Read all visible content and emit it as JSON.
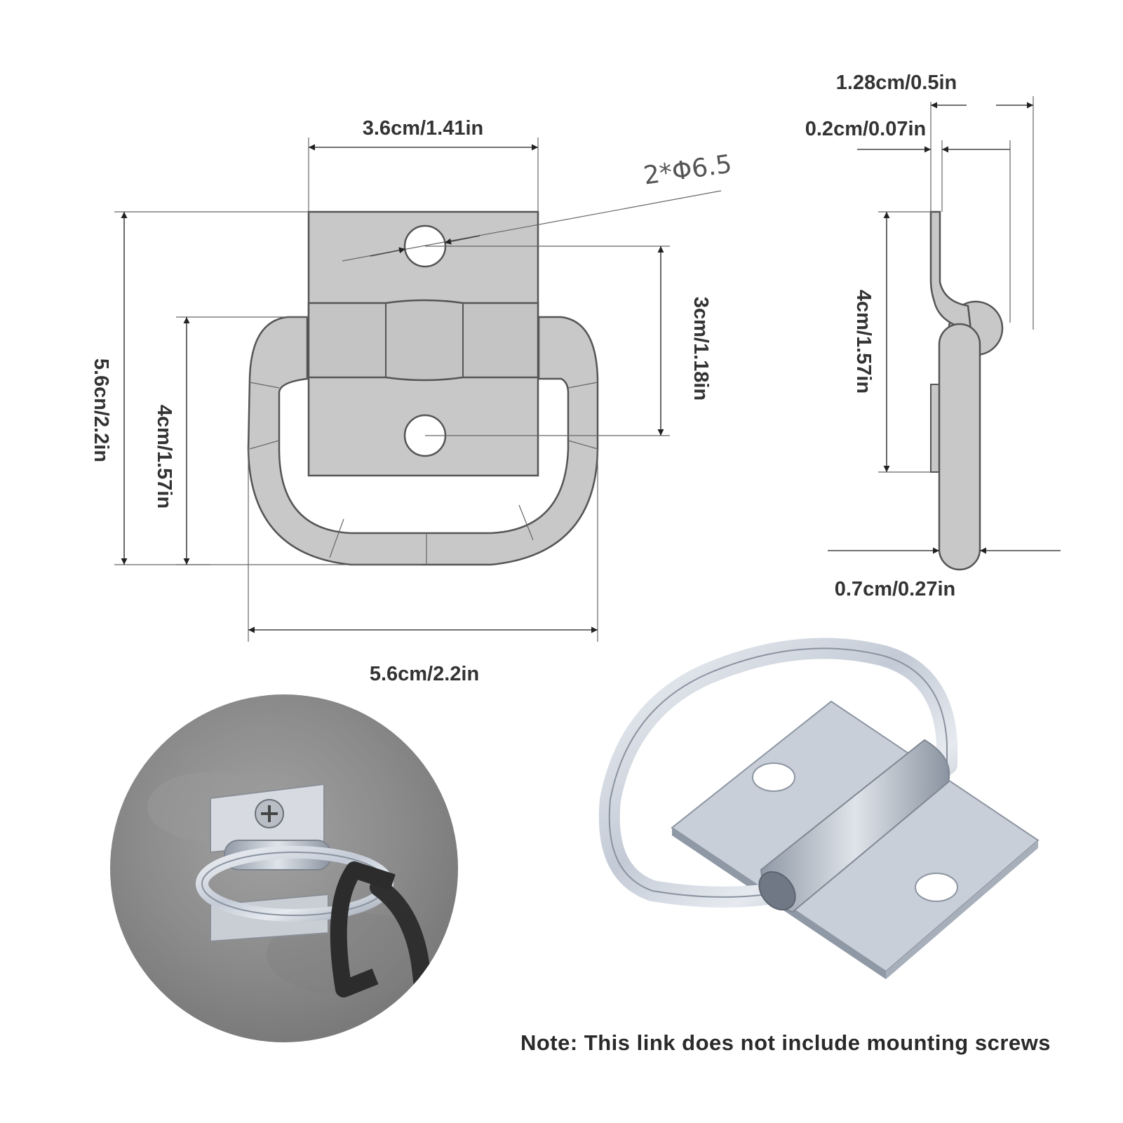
{
  "dimensions": {
    "top_width": "3.6cm/1.41in",
    "hole_spec": "2*Φ6.5",
    "overall_height": "5.6cn/2.2in",
    "ring_height": "4cm/1.57in",
    "hole_spacing": "3cm/1.18in",
    "overall_width": "5.6cm/2.2in",
    "side_total_depth": "1.28cm/0.5in",
    "side_plate_thickness": "0.2cm/0.07in",
    "side_plate_height": "4cm/1.57in",
    "ring_diameter": "0.7cm/0.27in"
  },
  "note": "Note: This link does not include mounting screws",
  "colors": {
    "drawing_fill": "#c8c8c8",
    "drawing_stroke": "#555555",
    "text": "#333333",
    "concrete": "#8e8e8e",
    "steel": "#d5dae2"
  }
}
